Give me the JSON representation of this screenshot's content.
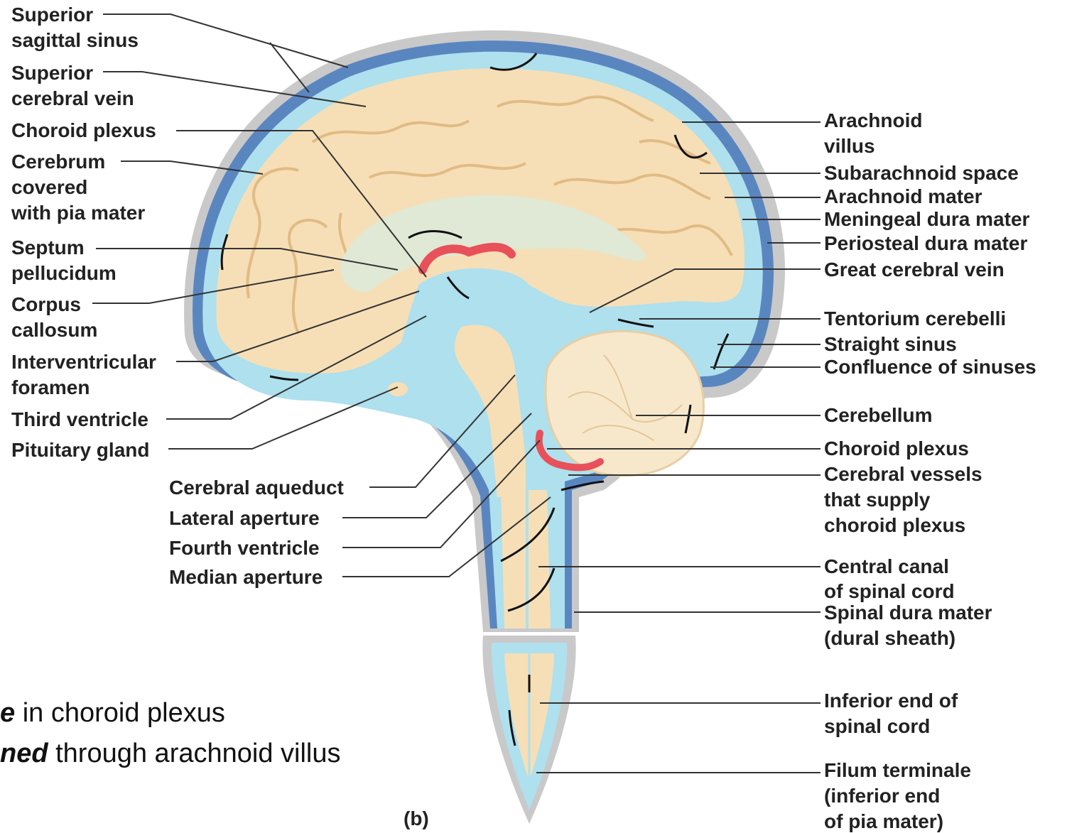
{
  "figure_label": "(b)",
  "labels_left": {
    "superior_sagittal_sinus": [
      "Superior",
      "sagittal sinus"
    ],
    "superior_cerebral_vein": [
      "Superior",
      "cerebral vein"
    ],
    "choroid_plexus": [
      "Choroid plexus"
    ],
    "cerebrum": [
      "Cerebrum",
      "covered",
      "with pia mater"
    ],
    "septum_pellucidum": [
      "Septum",
      "pellucidum"
    ],
    "corpus_callosum": [
      "Corpus",
      "callosum"
    ],
    "interventricular_foramen": [
      "Interventricular",
      "foramen"
    ],
    "third_ventricle": [
      "Third ventricle"
    ],
    "pituitary_gland": [
      "Pituitary gland"
    ],
    "cerebral_aqueduct": [
      "Cerebral aqueduct"
    ],
    "lateral_aperture": [
      "Lateral aperture"
    ],
    "fourth_ventricle": [
      "Fourth ventricle"
    ],
    "median_aperture": [
      "Median aperture"
    ]
  },
  "labels_right": {
    "arachnoid_villus": [
      "Arachnoid",
      "villus"
    ],
    "subarachnoid_space": [
      "Subarachnoid space"
    ],
    "arachnoid_mater": [
      "Arachnoid mater"
    ],
    "meningeal_dura_mater": [
      "Meningeal dura mater"
    ],
    "periosteal_dura_mater": [
      "Periosteal dura mater"
    ],
    "great_cerebral_vein": [
      "Great cerebral vein"
    ],
    "tentorium_cerebelli": [
      "Tentorium cerebelli"
    ],
    "straight_sinus": [
      "Straight sinus"
    ],
    "confluence_of_sinuses": [
      "Confluence of sinuses"
    ],
    "cerebellum": [
      "Cerebellum"
    ],
    "choroid_plexus": [
      "Choroid plexus"
    ],
    "cerebral_vessels": [
      "Cerebral vessels",
      "that supply",
      "choroid plexus"
    ],
    "central_canal": [
      "Central canal",
      "of spinal cord"
    ],
    "spinal_dura_mater": [
      "Spinal dura mater",
      "(dural sheath)"
    ],
    "inferior_end": [
      "Inferior end of",
      "spinal cord"
    ],
    "filum_terminale": [
      "Filum terminale",
      "(inferior end",
      "of pia mater)"
    ]
  },
  "caption": {
    "line1_bold": "e",
    "line1_rest": " in choroid plexus",
    "line2_bold": "ned",
    "line2_rest": " through arachnoid villus"
  },
  "colors": {
    "brain": "#f6dfb6",
    "brain_fold": "#e8c48f",
    "csf": "#aee0ee",
    "dura": "#5a86c0",
    "skull": "#c9c9c9",
    "choroid": "#e8505a",
    "white_matter": "#dfe9d5"
  }
}
